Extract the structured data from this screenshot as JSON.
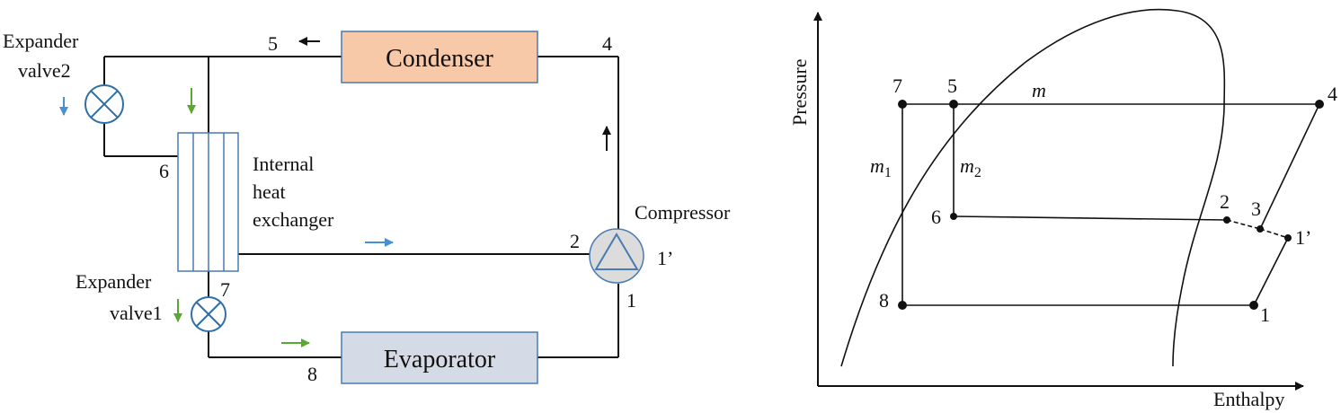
{
  "schematic": {
    "components": {
      "condenser": "Condenser",
      "evaporator": "Evaporator",
      "compressor": "Compressor",
      "ihx_line1": "Internal",
      "ihx_line2": "heat",
      "ihx_line3": "exchanger",
      "valve2_line1": "Expander",
      "valve2_line2": "valve2",
      "valve1_line1": "Expander",
      "valve1_line2": "valve1"
    },
    "points": {
      "p5": "5",
      "p4": "4",
      "p6": "6",
      "p7": "7",
      "p8": "8",
      "p2": "2",
      "p1p": "1’",
      "p1": "1"
    },
    "colors": {
      "condenser_fill": "#f8c9a8",
      "evaporator_fill": "#d4dae6",
      "box_stroke": "#4a7ab0",
      "blue_arrow": "#4a90d0",
      "green_arrow": "#5aa832"
    }
  },
  "ph_diagram": {
    "x_axis_label": "Enthalpy",
    "y_axis_label": "Pressure",
    "points": {
      "p7": "7",
      "p5": "5",
      "p4": "4",
      "p6": "6",
      "p2": "2",
      "p3": "3",
      "p1p": "1’",
      "p8": "8",
      "p1": "1"
    },
    "flow_labels": {
      "m": "m",
      "m1_base": "m",
      "m1_sub": "1",
      "m2_base": "m",
      "m2_sub": "2"
    }
  }
}
